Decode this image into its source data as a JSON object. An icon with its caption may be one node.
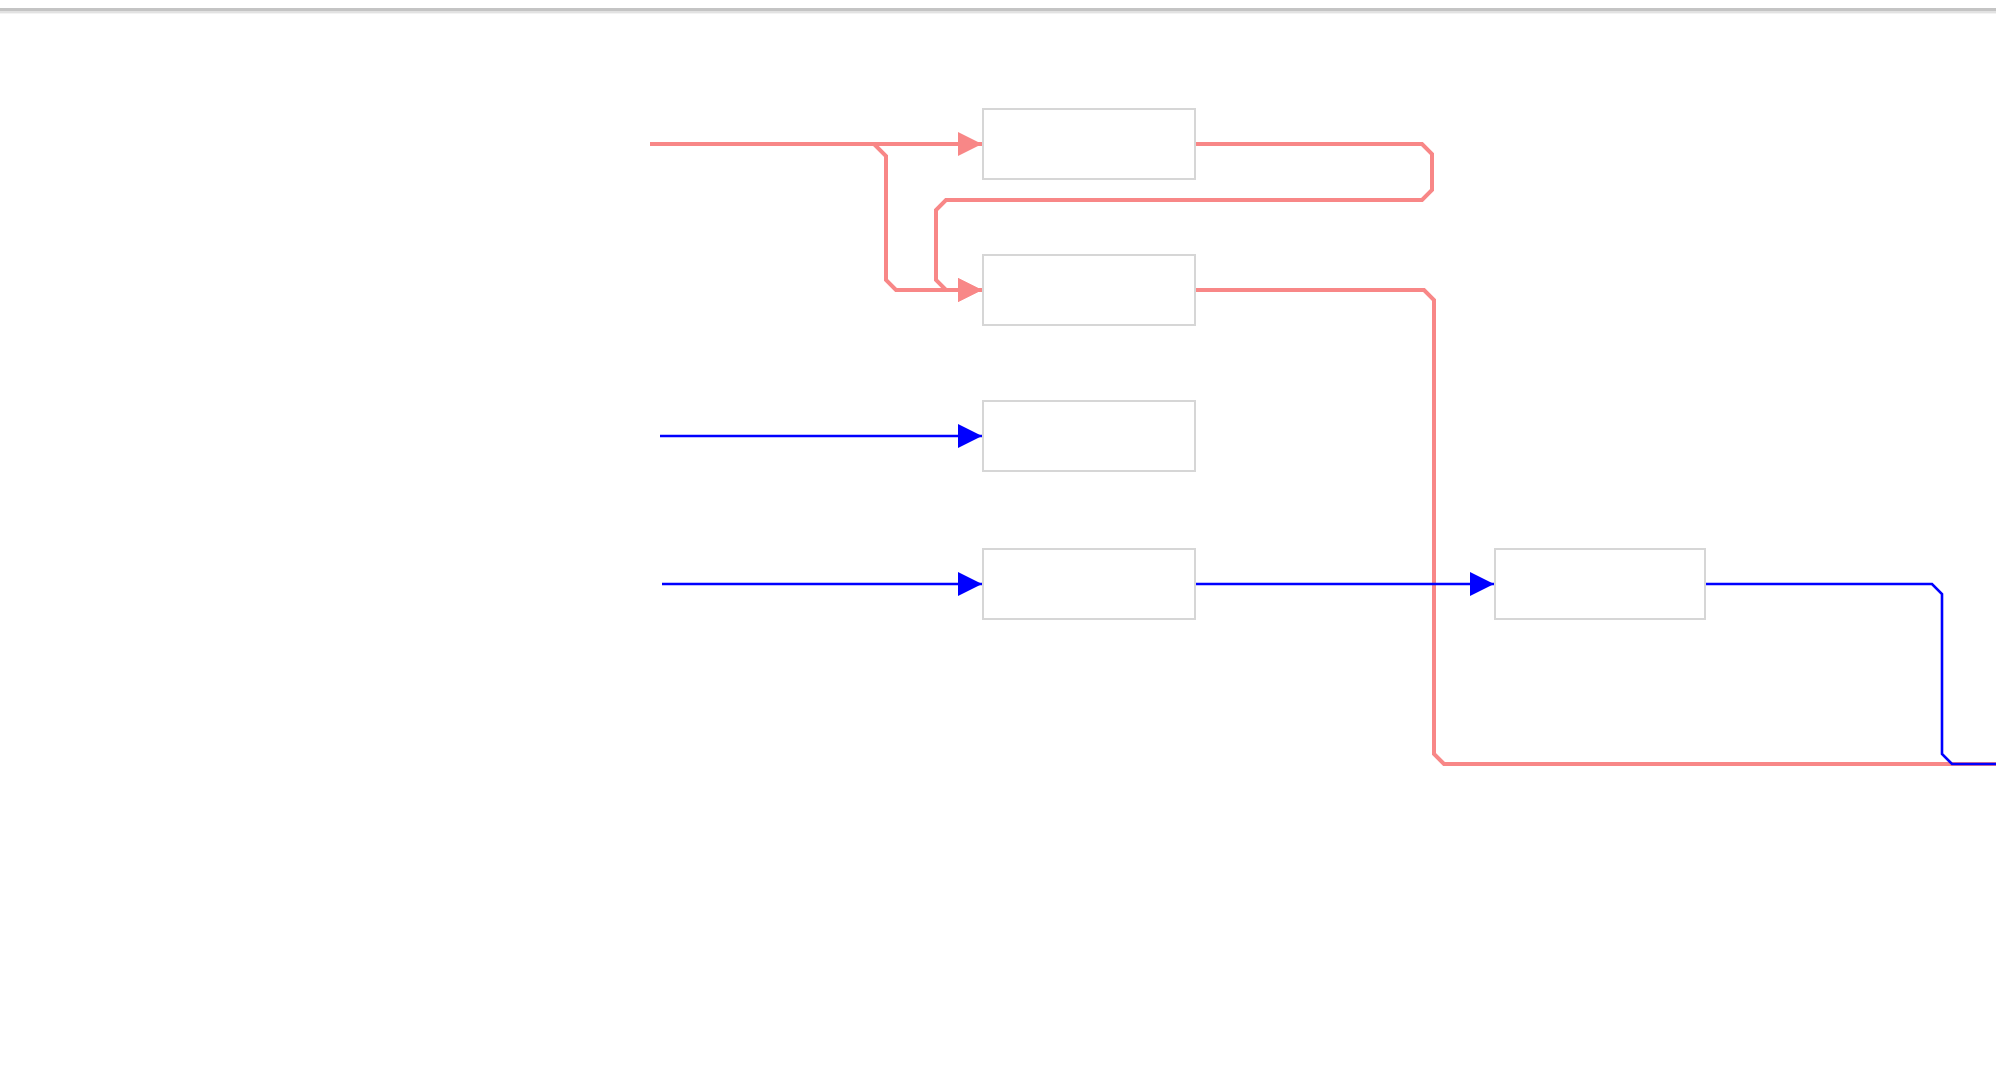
{
  "diagram": {
    "nodes": [
      {
        "text": [],
        "shape": "box"
      },
      {
        "text": [],
        "shape": "box"
      },
      {
        "text": [],
        "shape": "box"
      },
      {
        "text": [],
        "shape": "box"
      },
      {
        "text": [],
        "shape": "box"
      }
    ],
    "edges": [
      {
        "from": null,
        "to": 0,
        "arrow": "to",
        "color": "#f88787"
      },
      {
        "from": null,
        "to": 1,
        "arrow": "to",
        "color": "#f88787"
      },
      {
        "from": 0,
        "to": 1,
        "arrow": "to",
        "color": "#f88787"
      },
      {
        "from": 1,
        "to": null,
        "arrow": "none",
        "color": "#f88787"
      },
      {
        "from": null,
        "to": 2,
        "arrow": "to",
        "color": "#0000ff"
      },
      {
        "from": null,
        "to": 3,
        "arrow": "to",
        "color": "#0000ff"
      },
      {
        "from": 3,
        "to": 4,
        "arrow": "to",
        "color": "#0000ff"
      },
      {
        "from": 4,
        "to": null,
        "arrow": "none",
        "color": "#0000ff"
      }
    ]
  }
}
